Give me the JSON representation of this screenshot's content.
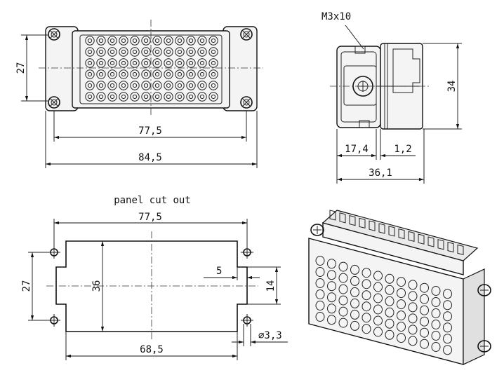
{
  "front_view": {
    "dim_height": "27",
    "dim_inner_width": "77,5",
    "dim_outer_width": "84,5"
  },
  "side_view": {
    "screw_label": "M3x10",
    "dim_height": "34",
    "dim_left": "17,4",
    "dim_right": "1,2",
    "dim_total": "36,1"
  },
  "cutout": {
    "title": "panel cut out",
    "dim_top": "77,5",
    "dim_bottom": "68,5",
    "dim_left": "27",
    "dim_center": "36",
    "dim_notch_depth": "5",
    "dim_notch_height": "14",
    "dim_hole": "∅3,3"
  }
}
